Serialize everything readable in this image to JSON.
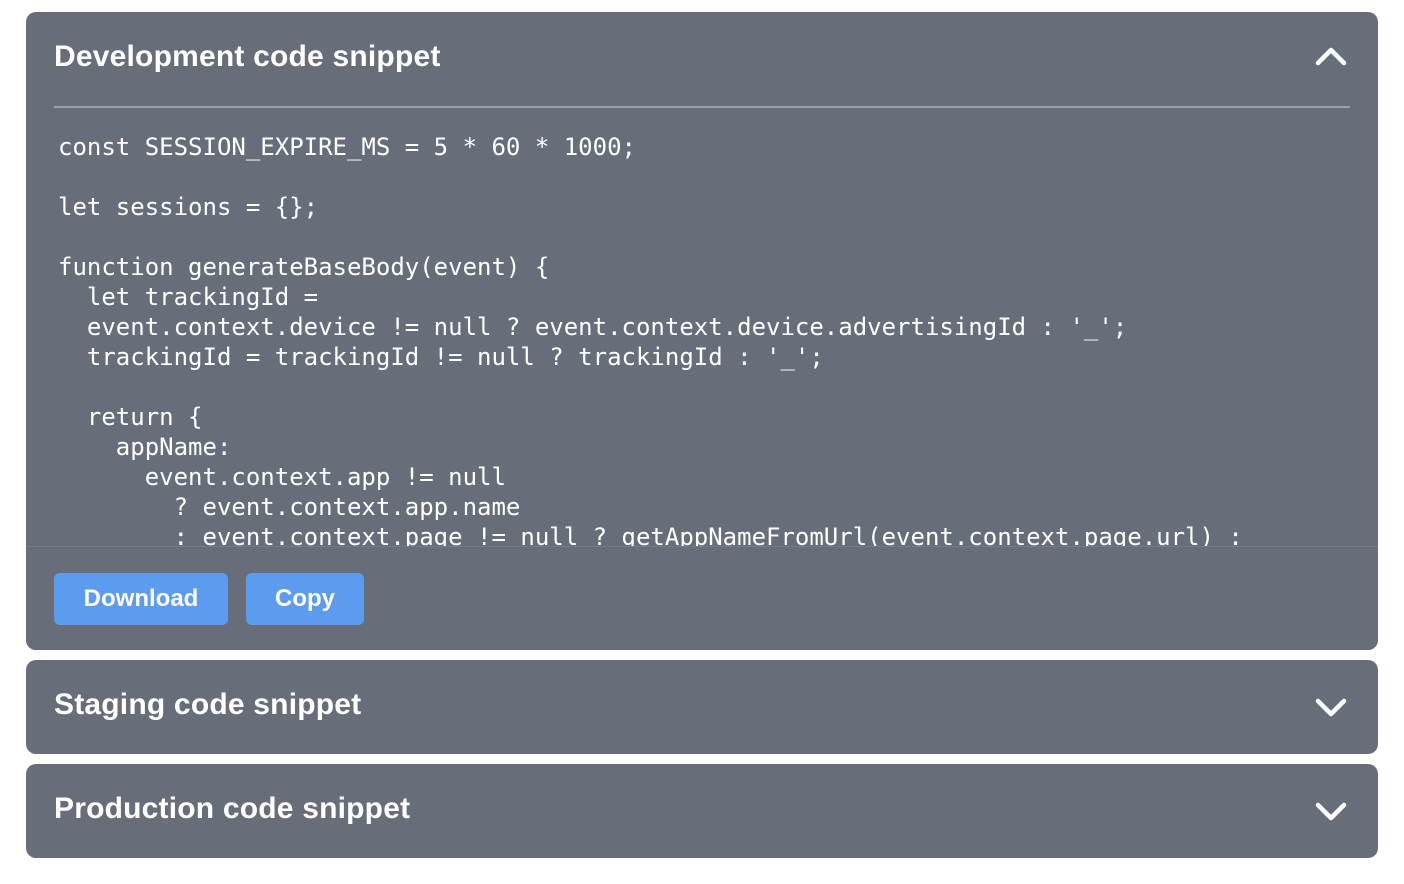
{
  "panels": {
    "development": {
      "title": "Development code snippet",
      "expanded": true,
      "chevron_icon": "chevron-up-icon",
      "code": "const SESSION_EXPIRE_MS = 5 * 60 * 1000;\n\nlet sessions = {};\n\nfunction generateBaseBody(event) {\n  let trackingId =\n  event.context.device != null ? event.context.device.advertisingId : '_';\n  trackingId = trackingId != null ? trackingId : '_';\n\n  return {\n    appName:\n      event.context.app != null\n        ? event.context.app.name\n        : event.context.page != null ? getAppNameFromUrl(event.context.page.url) :",
      "buttons": {
        "download_label": "Download",
        "copy_label": "Copy"
      }
    },
    "staging": {
      "title": "Staging code snippet",
      "expanded": false,
      "chevron_icon": "chevron-down-icon"
    },
    "production": {
      "title": "Production code snippet",
      "expanded": false,
      "chevron_icon": "chevron-down-icon"
    }
  },
  "colors": {
    "panel_background": "#676e7a",
    "button_accent": "#5b9cef",
    "text": "#ffffff",
    "divider": "#9aa0a9"
  }
}
